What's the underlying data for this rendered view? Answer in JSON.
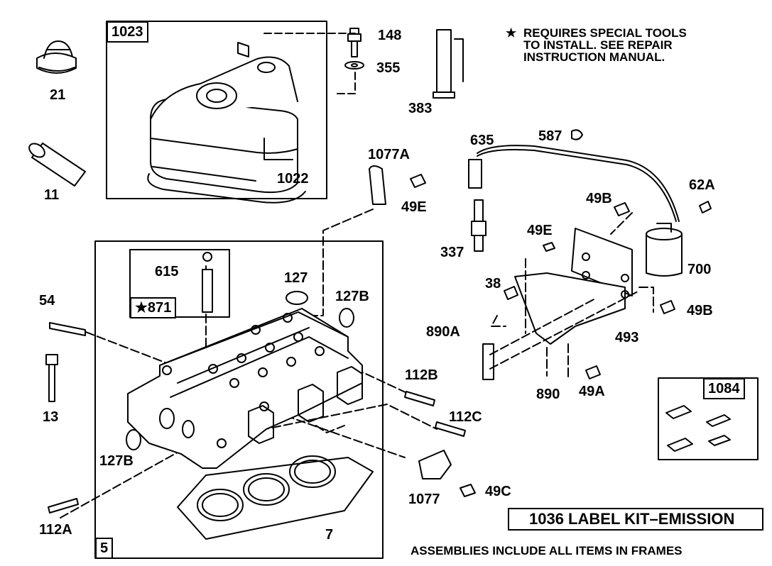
{
  "notes": {
    "special_tools": [
      "REQUIRES SPECIAL TOOLS",
      "TO INSTALL.  SEE REPAIR",
      "INSTRUCTION MANUAL."
    ],
    "star": "★",
    "assemblies": "ASSEMBLIES INCLUDE ALL ITEMS IN FRAMES",
    "label_kit": "1036 LABEL KIT–EMISSION"
  },
  "frames": {
    "valve_cover": "1023",
    "cylinder_head": "5",
    "bushing_kit": "★871",
    "terminal_kit": "1084"
  },
  "parts": {
    "p21": "21",
    "p11": "11",
    "p1022": "1022",
    "p148": "148",
    "p355": "355",
    "p383": "383",
    "p635": "635",
    "p587": "587",
    "p62A": "62A",
    "p1077A": "1077A",
    "p49E_top": "49E",
    "p49B_top": "49B",
    "p337": "337",
    "p49E_mid": "49E",
    "p700": "700",
    "p38": "38",
    "p49B_right": "49B",
    "p890A": "890A",
    "p493": "493",
    "p890": "890",
    "p49A": "49A",
    "p615": "615",
    "p127": "127",
    "p127B_top": "127B",
    "p54": "54",
    "p13": "13",
    "p112B": "112B",
    "p112C": "112C",
    "p127B_left": "127B",
    "p1077": "1077",
    "p49C": "49C",
    "p112A": "112A",
    "p7": "7"
  }
}
